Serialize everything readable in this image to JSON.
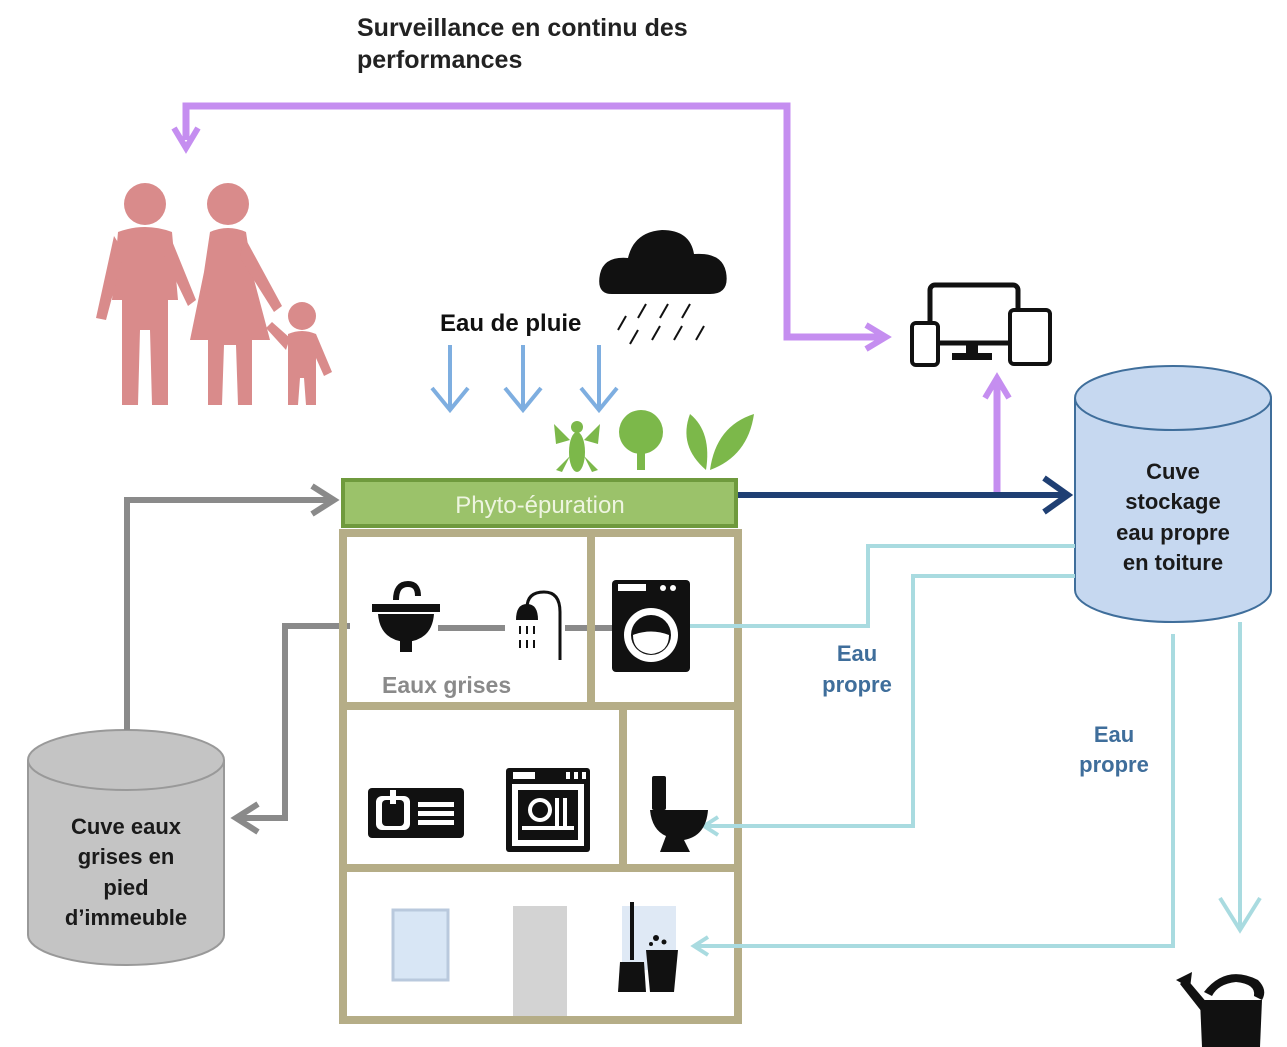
{
  "labels": {
    "monitoring_line1": "Surveillance en continu des",
    "monitoring_line2": "performances",
    "rain": "Eau de pluie",
    "phyto": "Phyto-épuration",
    "grey_water": "Eaux grises",
    "clean_tank": [
      "Cuve",
      "stockage",
      "eau propre",
      "en toiture"
    ],
    "grey_tank": [
      "Cuve eaux",
      "grises en",
      "pied",
      "d’immeuble"
    ],
    "clean_water_1": [
      "Eau",
      "propre"
    ],
    "clean_water_2": [
      "Eau",
      "propre"
    ]
  },
  "colors": {
    "monitoring_arrow": "#c58ef0",
    "grey_arrow": "#8a8a8a",
    "clean_arrow": "#a9dbe0",
    "main_flow_arrow": "#1f3f73",
    "rain_arrow": "#7eaee0",
    "family": "#d98b8b",
    "building_frame": "#b5ad87",
    "phyto_bar": "#9bc26a",
    "clean_tank_fill": "#c6d8f0",
    "grey_tank_fill": "#c4c4c4"
  },
  "icons": [
    "family-icon",
    "cloud-rain-icon",
    "devices-icon",
    "insect-icon",
    "tree-icon",
    "leaves-icon",
    "sink-icon",
    "shower-icon",
    "washing-machine-icon",
    "bathtub-icon",
    "dishwasher-icon",
    "toilet-icon",
    "mop-bucket-icon",
    "watering-can-icon"
  ]
}
